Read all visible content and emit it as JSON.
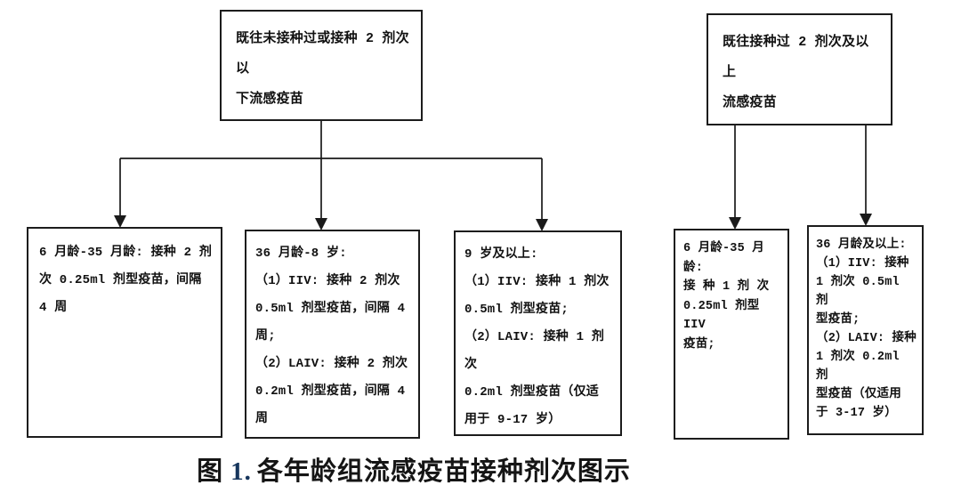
{
  "colors": {
    "line": "#1a1a1a",
    "border": "#1c1c1c",
    "text": "#111111",
    "figure_number_accent": "#17365D",
    "background": "#ffffff"
  },
  "flowchart": {
    "parents": [
      {
        "id": "unvaccinated-or-under-2-doses",
        "text": "既往未接种过或接种 2 剂次以\n下流感疫苗"
      },
      {
        "id": "vaccinated-2-doses-or-more",
        "text": "既往接种过 2 剂次及以上\n流感疫苗"
      }
    ],
    "children": [
      {
        "id": "age-6-35-months-naive",
        "text": "6 月龄-35 月龄: 接种 2 剂\n次 0.25ml 剂型疫苗，间隔\n4 周"
      },
      {
        "id": "age-36m-8y-naive",
        "text": "36 月龄-8 岁:\n（1）IIV: 接种 2 剂次\n0.5ml 剂型疫苗，间隔 4\n周;\n（2）LAIV: 接种 2 剂次\n0.2ml 剂型疫苗，间隔 4\n周"
      },
      {
        "id": "age-9y-plus-naive",
        "text": "9 岁及以上:\n（1）IIV: 接种 1 剂次\n0.5ml 剂型疫苗;\n（2）LAIV: 接种 1 剂次\n0.2ml 剂型疫苗（仅适\n用于 9-17 岁）"
      },
      {
        "id": "age-6-35-months-primed",
        "text": "6 月龄-35 月龄:\n接 种 1 剂 次\n0.25ml 剂型 IIV\n疫苗;"
      },
      {
        "id": "age-36m-plus-primed",
        "text": "36 月龄及以上:\n（1）IIV: 接种\n1 剂次 0.5ml 剂\n型疫苗;\n（2）LAIV: 接种\n1 剂次 0.2ml 剂\n型疫苗（仅适用\n于 3-17 岁）"
      }
    ]
  },
  "caption": {
    "figure_label": "图",
    "figure_number": "1.",
    "title": "各年龄组流感疫苗接种剂次图示"
  }
}
